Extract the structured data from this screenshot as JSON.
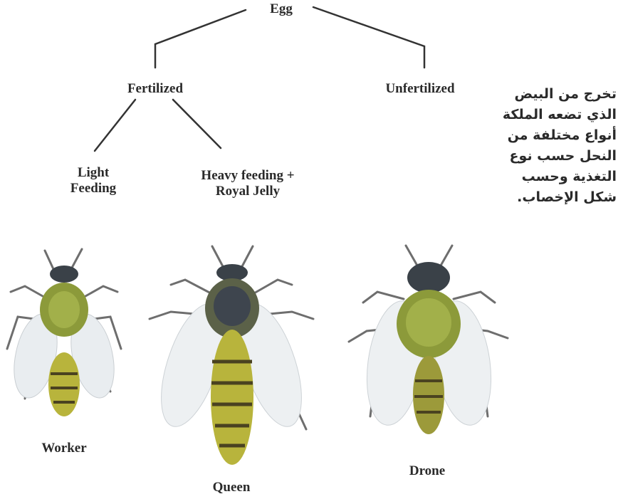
{
  "tree": {
    "root": "Egg",
    "fertilized": "Fertilized",
    "unfertilized": "Unfertilized",
    "light_feeding": [
      "Light",
      "Feeding"
    ],
    "heavy_feeding": [
      "Heavy feeding +",
      "Royal Jelly"
    ]
  },
  "castes": {
    "worker": "Worker",
    "queen": "Queen",
    "drone": "Drone"
  },
  "arabic_note": [
    "تخرج من البيض",
    "الذي تضعه الملكة",
    "أنواع مختلفة من",
    "النحل حسب نوع",
    "التغذية وحسب",
    "شكل الإخصاب."
  ],
  "colors": {
    "thorax": "#8c9a3a",
    "abdomen": "#b8b43c",
    "band": "#4a4220",
    "legs": "#777777",
    "wing": "#e8ecef",
    "head": "#3a4148"
  }
}
